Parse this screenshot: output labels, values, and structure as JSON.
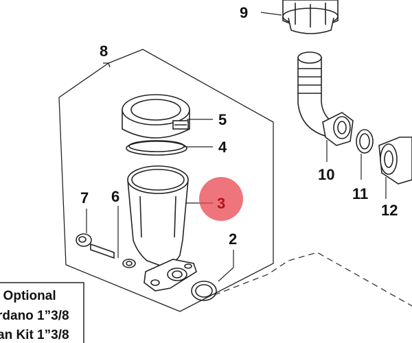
{
  "diagram": {
    "callouts": {
      "c2": "2",
      "c3": "3",
      "c4": "4",
      "c5": "5",
      "c6": "6",
      "c7": "7",
      "c8": "8",
      "c9": "9",
      "c10": "10",
      "c11": "11",
      "c12": "12"
    },
    "highlight_callout": "3",
    "highlight_color": "#e8474f",
    "note_lines": [
      "/ Optional",
      "rdano 1”3/8",
      "an Kit 1”3/8"
    ]
  }
}
